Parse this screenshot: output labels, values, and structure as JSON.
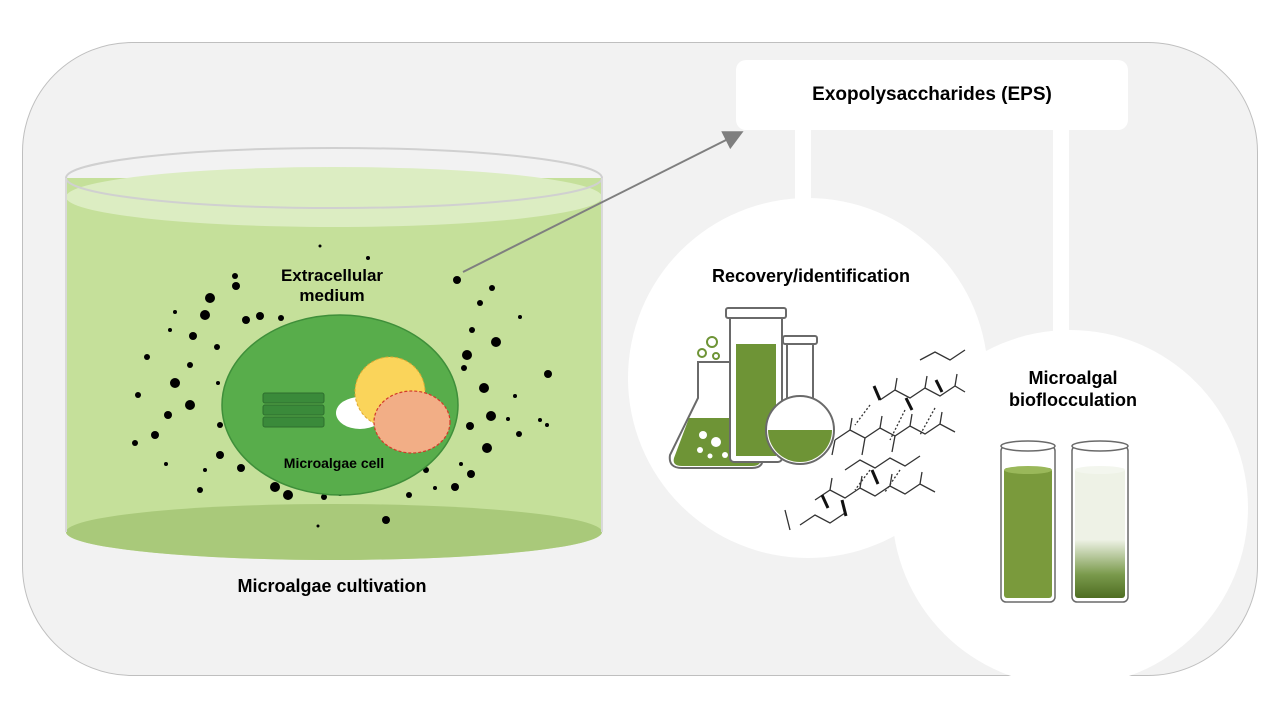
{
  "labels": {
    "eps": "Exopolysaccharides (EPS)",
    "extracellular": "Extracellular\nmedium",
    "cell": "Microalgae cell",
    "cultivation": "Microalgae cultivation",
    "recovery": "Recovery/identification",
    "bioflocculation": "Microalgal\nbioflocculation"
  },
  "colors": {
    "medium": "#c5e09a",
    "medium_dark": "#a9c97a",
    "cell": "#58ad4b",
    "chloroplast": "#3a8a3a",
    "yellow_organelle": "#fad45a",
    "orange_organelle": "#f2ae86",
    "flask_green": "#6e9436",
    "tube_dark": "#4e6d22",
    "panel_bg": "#f2f2f2",
    "dots": "#000000",
    "arrow": "#7f7f7f"
  },
  "icons": [
    "beaker-icon",
    "test-tube-icon",
    "round-flask-icon",
    "polysaccharide-structure-icon",
    "settling-tubes-icon"
  ]
}
